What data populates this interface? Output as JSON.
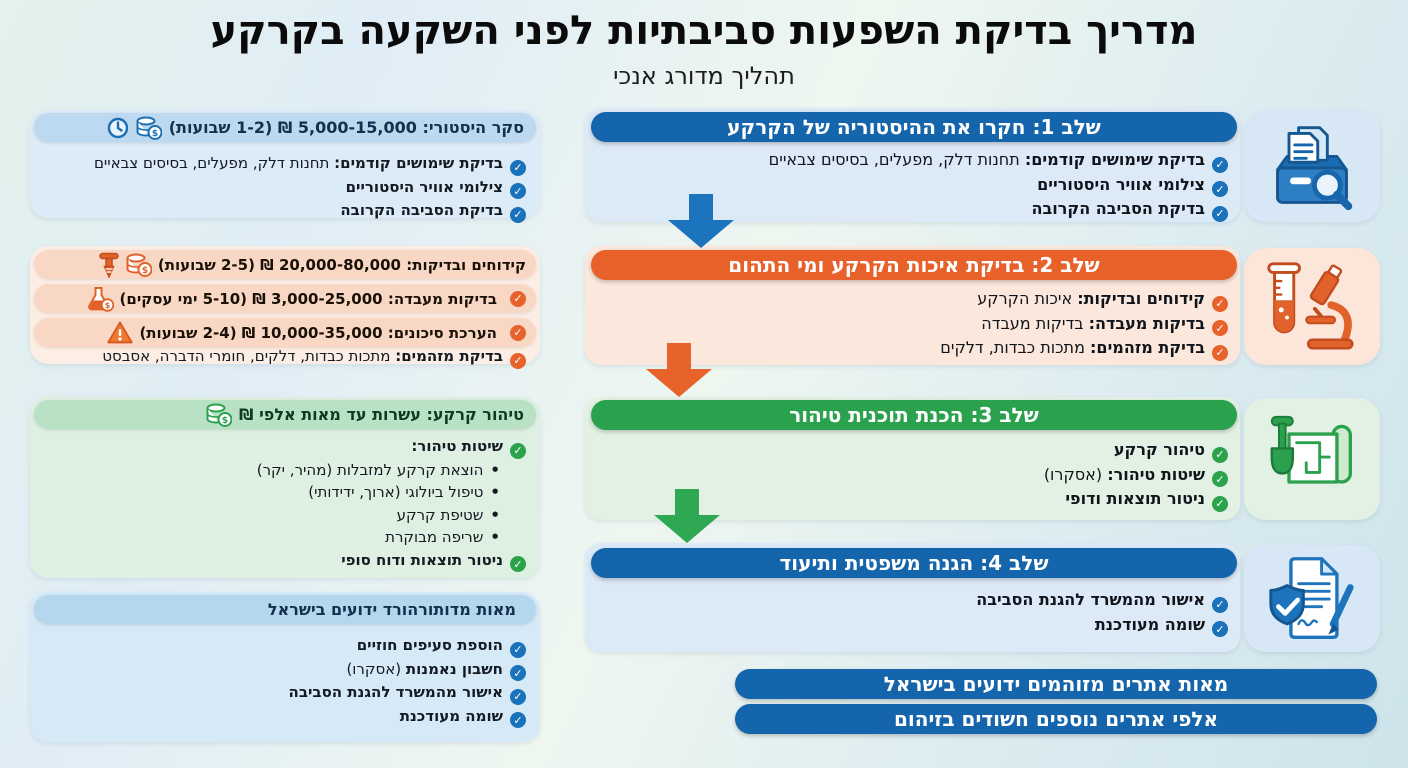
{
  "page": {
    "title": "מדריך בדיקת השפעות סביבתיות לפני השקעה בקרקע",
    "subtitle": "תהליך מדורג אנכי"
  },
  "colors": {
    "blue": "#1565ac",
    "orange": "#e8602a",
    "green": "#2aa24d",
    "banner_blue": "#1565ac"
  },
  "stages": [
    {
      "header": "שלב 1: חקרו את ההיסטוריה של הקרקע",
      "icon": "archive-search-icon",
      "items": [
        {
          "bold": "בדיקת שימושים קודמים:",
          "rest": " תחנות דלק, מפעלים, בסיסים צבאיים"
        },
        {
          "bold": "צילומי אוויר היסטוריים",
          "rest": ""
        },
        {
          "bold": "בדיקת הסביבה הקרובה",
          "rest": ""
        }
      ]
    },
    {
      "header": "שלב 2: בדיקת איכות הקרקע ומי התהום",
      "icon": "test-tube-microscope-icon",
      "items": [
        {
          "bold": "קידוחים ובדיקות:",
          "rest": " איכות הקרקע"
        },
        {
          "bold": "בדיקות מעבדה:",
          "rest": " בדיקות מעבדה"
        },
        {
          "bold": "בדיקת מזהמים:",
          "rest": " מתכות כבדות, דלקים"
        }
      ]
    },
    {
      "header": "שלב 3: הכנת תוכנית טיהור",
      "icon": "shovel-blueprint-icon",
      "items": [
        {
          "bold": "טיהור קרקע",
          "rest": ""
        },
        {
          "bold": "שיטות טיהור:",
          "rest": " (אסקרו)"
        },
        {
          "bold": "ניטור תוצאות ודופי",
          "rest": ""
        }
      ]
    },
    {
      "header": "שלב 4: הגנה משפטית ותיעוד",
      "icon": "shield-document-icon",
      "items": [
        {
          "bold": "אישור מהמשרד להגנת הסביבה",
          "rest": ""
        },
        {
          "bold": "שומה מעודכנת",
          "rest": ""
        }
      ]
    }
  ],
  "side": {
    "box1": {
      "header": "סקר היסטורי: 5,000-15,000 ₪ (1-2 שבועות)",
      "header_icons": [
        "coins-icon",
        "clock-icon"
      ],
      "items": [
        {
          "bold": "בדיקת שימושים קודמים:",
          "rest": " תחנות דלק, מפעלים, בסיסים צבאיים"
        },
        {
          "bold": "צילומי אוויר היסטוריים",
          "rest": ""
        },
        {
          "bold": "בדיקת הסביבה הקרובה",
          "rest": ""
        }
      ]
    },
    "box2": {
      "rows": [
        {
          "text": "קידוחים ובדיקות: 20,000-80,000 ₪ (2-5 שבועות)",
          "icons": [
            "coins-icon",
            "drill-icon"
          ]
        },
        {
          "text": "בדיקות מעבדה: 3,000-25,000 ₪ (5-10 ימי עסקים)",
          "icons": [
            "flask-icon"
          ]
        },
        {
          "text": "הערכת סיכונים: 10,000-35,000 ₪ (2-4 שבועות)",
          "icons": [
            "warning-icon"
          ]
        },
        {
          "bold": "בדיקת מזהמים:",
          "rest": " מתכות כבדות, דלקים, חומרי הדברה, אסבסט"
        }
      ]
    },
    "box3": {
      "header": "טיהור קרקע: עשרות עד מאות אלפי ₪",
      "header_icons": [
        "coins-icon"
      ],
      "lead": "שיטות טיהור:",
      "bullets": [
        "הוצאת קרקע למזבלות (מהיר, יקר)",
        "טיפול ביולוגי (ארוך, ידידותי)",
        "שטיפת קרקע",
        "שריפה מבוקרת"
      ],
      "tail": "ניטור תוצאות ודוח סופי"
    },
    "box4": {
      "header": "מאות מדותורהורד ידועים בישראל",
      "items": [
        {
          "bold": "הוספת סעיפים חוזיים",
          "rest": ""
        },
        {
          "bold": "חשבון נאמנות",
          "rest": " (אסקרו)"
        },
        {
          "bold": "אישור מהמשרד להגנת הסביבה",
          "rest": ""
        },
        {
          "bold": "שומה מעודכנת",
          "rest": ""
        }
      ]
    }
  },
  "banners": [
    "מאות אתרים מזוהמים ידועים בישראל",
    "אלפי אתרים נוספים חשודים בזיהום"
  ]
}
